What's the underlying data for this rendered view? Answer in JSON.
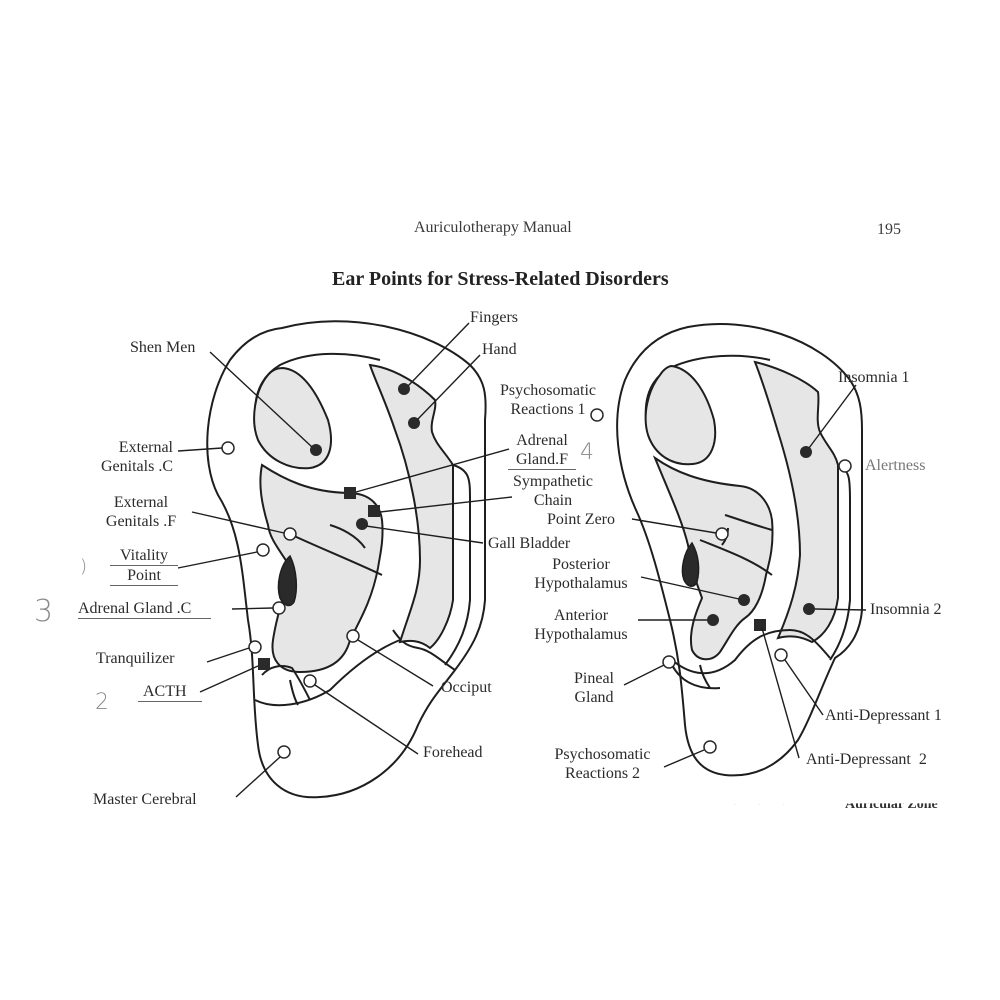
{
  "page": {
    "running_head": "Auriculotherapy Manual",
    "page_number": "195",
    "title": "Ear Points for Stress-Related Disorders",
    "footer_fragment": "Auricular Zone"
  },
  "colors": {
    "zone_fill": "#e6e6e6",
    "outline": "#1e1e1e",
    "point_fill": "#2a2a2a"
  },
  "legend_markers": {
    "open_circle": "open-circle-point",
    "filled_circle": "filled-circle-point",
    "filled_square": "filled-square-point"
  },
  "left_ear": {
    "labels": {
      "shen_men": "Shen Men",
      "fingers": "Fingers",
      "hand": "Hand",
      "ext_gen_c_1": "External",
      "ext_gen_c_2": "Genitals .C",
      "ext_gen_f_1": "External",
      "ext_gen_f_2": "Genitals .F",
      "vitality_1": "Vitality",
      "vitality_2": "Point",
      "adrenal_c": "Adrenal Gland .C",
      "tranquilizer": "Tranquilizer",
      "acth": "ACTH",
      "master_cerebral": "Master Cerebral",
      "occiput": "Occiput",
      "forehead": "Forehead",
      "adrenal_f_1": "Adrenal",
      "adrenal_f_2": "Gland.F",
      "sympathetic_1": "Sympathetic",
      "sympathetic_2": "Chain",
      "gall_bladder": "Gall Bladder"
    }
  },
  "right_ear": {
    "labels": {
      "psycho1_1": "Psychosomatic",
      "psycho1_2": "Reactions 1",
      "point_zero": "Point Zero",
      "post_hypo_1": "Posterior",
      "post_hypo_2": "Hypothalamus",
      "ant_hypo_1": "Anterior",
      "ant_hypo_2": "Hypothalamus",
      "pineal_1": "Pineal",
      "pineal_2": "Gland",
      "psycho2_1": "Psychosomatic",
      "psycho2_2": "Reactions 2",
      "insomnia1": "Insomnia 1",
      "alertness": "Alertness",
      "insomnia2": "Insomnia 2",
      "antidep1": "Anti-Depressant 1",
      "antidep2": "Anti-Depressant  2"
    }
  },
  "handwritten_annotations": {
    "vitality_mark": ")",
    "adrenal_c_mark": "3",
    "acth_mark": "2",
    "adrenal_f_mark": "4"
  }
}
